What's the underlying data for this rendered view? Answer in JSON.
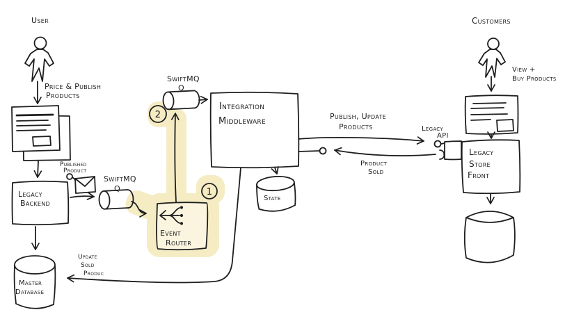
{
  "colors": {
    "ink": "#1e1e1e",
    "highlight": "#f5ecc4",
    "background": "#ffffff"
  },
  "actors": {
    "user": {
      "label": "User",
      "action": [
        "Price & Publish",
        "Products"
      ]
    },
    "customers": {
      "label": "Customers",
      "action": [
        "View +",
        "Buy Products"
      ]
    }
  },
  "nodes": {
    "legacy_backend": {
      "label": [
        "Legacy",
        "Backend"
      ]
    },
    "queue_backend": {
      "label": [
        "SwiftMQ",
        "Q"
      ],
      "icon": "queue-cylinder"
    },
    "event_router": {
      "label": [
        "Event",
        "Router"
      ],
      "step": "1",
      "icon": "fan-out",
      "highlighted": true
    },
    "queue_middleware": {
      "label": [
        "SwiftMQ",
        "Q"
      ],
      "step": "2",
      "icon": "queue-cylinder",
      "highlighted": true
    },
    "integration_middleware": {
      "label": [
        "Integration",
        "Middleware"
      ]
    },
    "state_db": {
      "label": "State",
      "icon": "database-cylinder"
    },
    "master_db": {
      "label": [
        "Master",
        "Database"
      ],
      "icon": "database-cylinder"
    },
    "legacy_api": {
      "label": [
        "Legacy",
        "API"
      ],
      "icon": "lollipop-interface"
    },
    "legacy_store_front": {
      "label": [
        "Legacy",
        "Store",
        "Front"
      ]
    },
    "store_db": {
      "icon": "database-cylinder"
    },
    "user_browser": {
      "icon": "document-pages"
    },
    "customer_browser": {
      "icon": "document-page"
    },
    "published_product": {
      "label": [
        "Published",
        "Product"
      ],
      "icon": "envelope"
    }
  },
  "edges": {
    "publish_update_products": {
      "label": [
        "Publish, Update",
        "Products"
      ]
    },
    "product_sold": {
      "label": [
        "Product",
        "Sold"
      ]
    },
    "update_sold_product": {
      "label": [
        "Update",
        "Sold",
        "Produc"
      ]
    }
  }
}
